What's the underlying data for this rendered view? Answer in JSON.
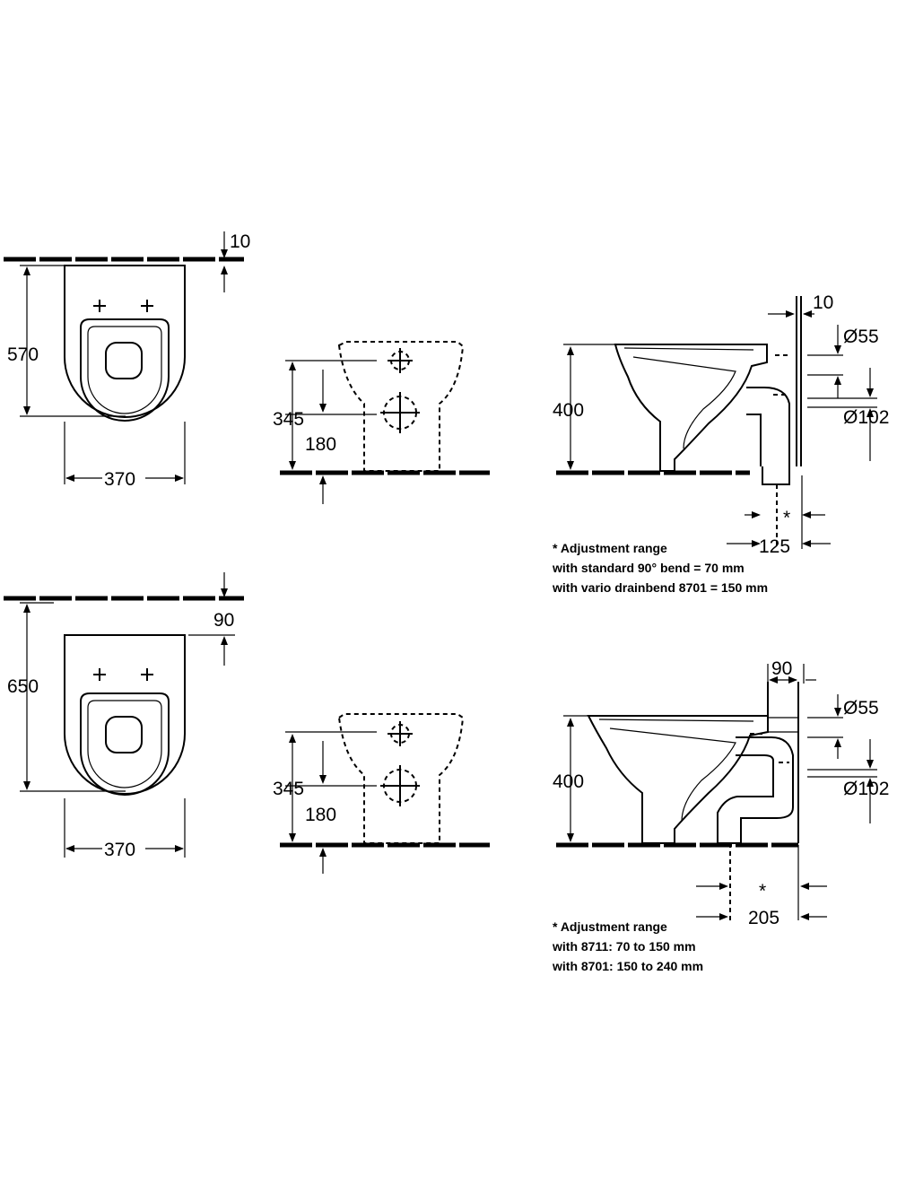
{
  "top_row": {
    "plan": {
      "height": "570",
      "width": "370",
      "wall_offset": "10"
    },
    "front": {
      "height": "345",
      "inner_height": "180"
    },
    "side": {
      "height": "400",
      "wall_offset": "10",
      "pipe_small": "Ø55",
      "pipe_large": "Ø102",
      "asterisk": "*",
      "offset": "125",
      "note_lines": [
        "* Adjustment range",
        "with standard 90° bend = 70 mm",
        "with vario drainbend 8701 = 150 mm"
      ]
    }
  },
  "bottom_row": {
    "plan": {
      "height": "650",
      "width": "370",
      "wall_offset": "90"
    },
    "front": {
      "height": "345",
      "inner_height": "180"
    },
    "side": {
      "height": "400",
      "wall_offset": "90",
      "pipe_small": "Ø55",
      "pipe_large": "Ø102",
      "asterisk": "*",
      "offset": "205",
      "note_lines": [
        "* Adjustment range",
        "with 8711: 70 to 150 mm",
        "with 8701: 150 to 240 mm"
      ]
    }
  }
}
